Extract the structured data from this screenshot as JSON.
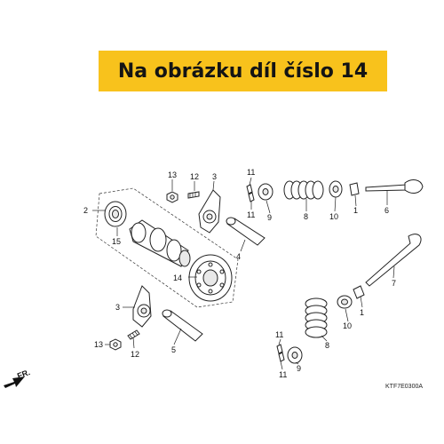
{
  "banner": {
    "text": "Na obrázku díl číslo 14",
    "color": "#f8c21c"
  },
  "diagram": {
    "code": "KTF7E0300A",
    "direction_label": "FR.",
    "callouts": [
      "1",
      "1",
      "2",
      "3",
      "3",
      "4",
      "5",
      "6",
      "7",
      "8",
      "8",
      "9",
      "9",
      "10",
      "10",
      "11",
      "11",
      "11",
      "11",
      "12",
      "12",
      "13",
      "13",
      "14",
      "15"
    ]
  }
}
